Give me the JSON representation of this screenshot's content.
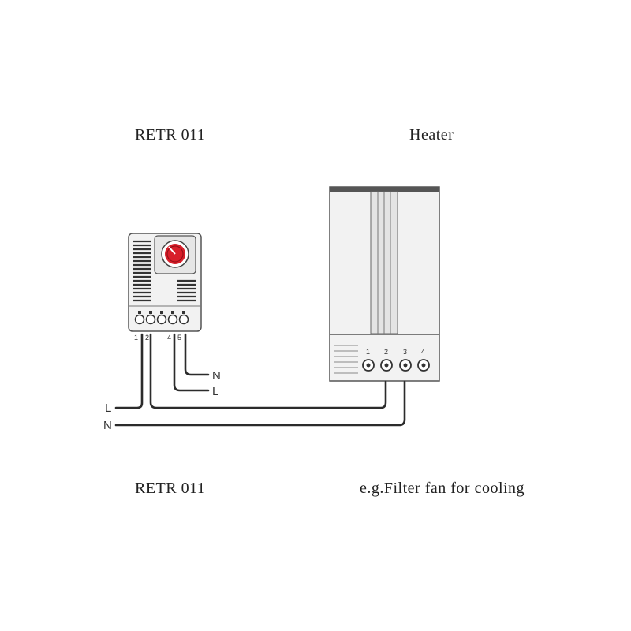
{
  "captions": {
    "top_left": "RETR 011",
    "top_right": "Heater",
    "bottom_left": "RETR 011",
    "bottom_right": "e.g.Filter fan for cooling"
  },
  "thermostat": {
    "terminal_labels": [
      "1",
      "2",
      "4",
      "5"
    ]
  },
  "heater": {
    "terminal_labels": [
      "1",
      "2",
      "3",
      "4"
    ]
  },
  "wire_labels": {
    "n_right": "N",
    "l_right": "L",
    "l_left": "L",
    "n_left": "N"
  },
  "colors": {
    "dial": "#d81f2a",
    "line": "#2b2b2b",
    "device_fill": "#f2f2f2"
  }
}
